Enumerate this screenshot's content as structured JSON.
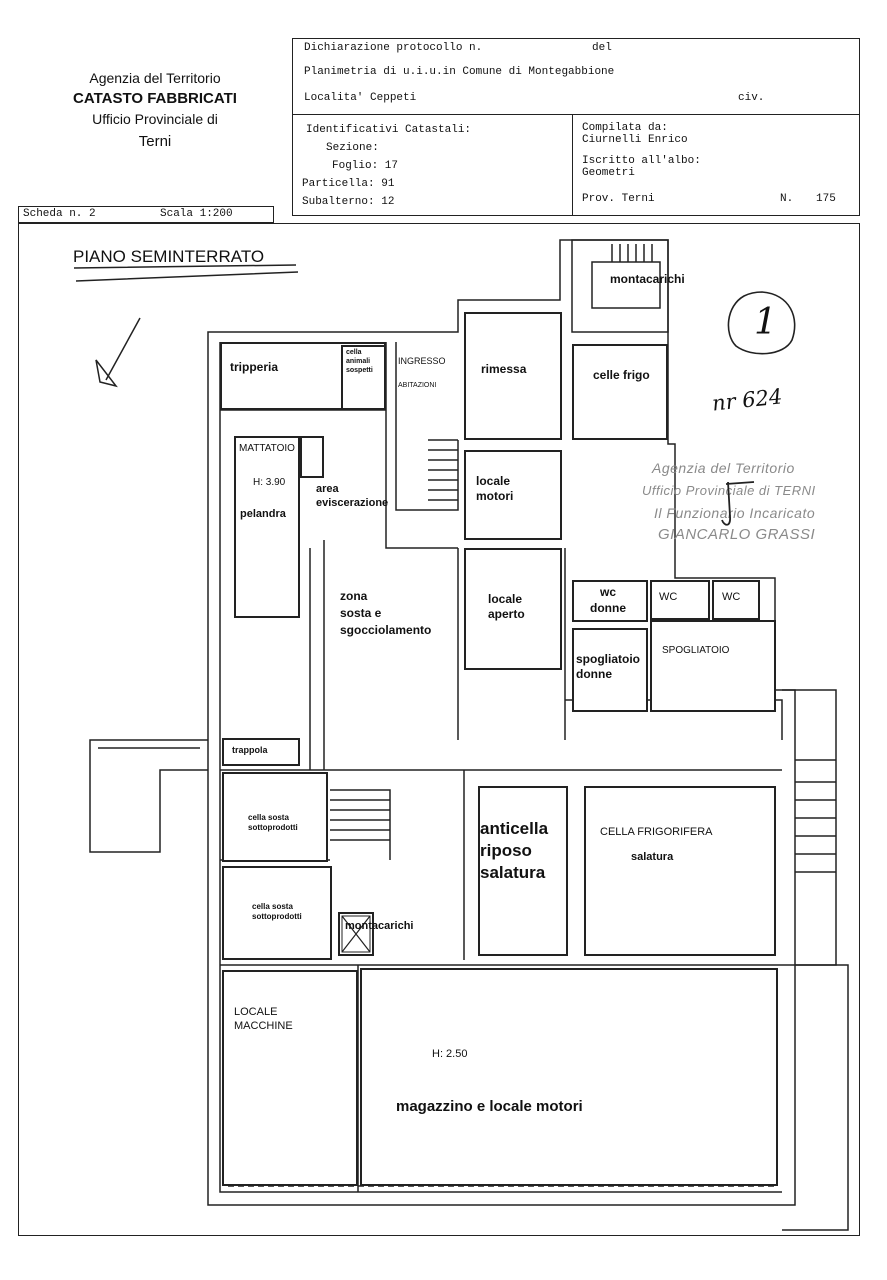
{
  "agency": {
    "line1": "Agenzia del Territorio",
    "line2": "CATASTO FABBRICATI",
    "line3": "Ufficio Provinciale di",
    "line4": "Terni"
  },
  "header": {
    "dichiarazione_label": "Dichiarazione protocollo n.",
    "del_label": "del",
    "planimetria": "Planimetria di u.i.u.in Comune di Montegabbione",
    "localita": "Localita' Ceppeti",
    "civ_label": "civ.",
    "identificativi_label": "Identificativi Catastali:",
    "sezione_label": "Sezione:",
    "foglio": "Foglio: 17",
    "particella": "Particella: 91",
    "subalterno": "Subalterno: 12",
    "compilata_label": "Compilata da:",
    "compilata_value": "Ciurnelli Enrico",
    "iscritto_label": "Iscritto all'albo:",
    "iscritto_value": "Geometri",
    "prov": "Prov. Terni",
    "n_label": "N.",
    "n_value": "175"
  },
  "scheda": {
    "scheda_label": "Scheda n. 2",
    "scala_label": "Scala 1:200"
  },
  "plan": {
    "title": "PIANO SEMINTERRATO",
    "rooms": {
      "montacarichi_top": "montacarichi",
      "tripperia": "tripperia",
      "cella_animali_1": "cella",
      "cella_animali_2": "animali",
      "cella_animali_3": "sospetti",
      "ingresso_1": "INGRESSO",
      "ingresso_2": "ABITAZIONI",
      "rimessa": "rimessa",
      "celle_frigo": "celle frigo",
      "mattatoio": "MATTATOIO",
      "h390": "H: 3.90",
      "pelandra": "pelandra",
      "area_1": "area",
      "area_2": "eviscerazione",
      "locale_motori_1": "locale",
      "locale_motori_2": "motori",
      "zona_1": "zona",
      "zona_2": "sosta e",
      "zona_3": "sgocciolamento",
      "locale_aperto_1": "locale",
      "locale_aperto_2": "aperto",
      "wc_donne_1": "wc",
      "wc_donne_2": "donne",
      "wc_a": "WC",
      "wc_b": "WC",
      "spogliatoio_donne_1": "spogliatoio",
      "spogliatoio_donne_2": "donne",
      "spogliatoio": "SPOGLIATOIO",
      "trappola": "trappola",
      "cella_sosta_a_1": "cella sosta",
      "cella_sosta_a_2": "sottoprodotti",
      "anticella_1": "anticella",
      "anticella_2": "riposo",
      "anticella_3": "salatura",
      "cella_frigorifera": "CELLA FRIGORIFERA",
      "salatura": "salatura",
      "cella_sosta_b_1": "cella sosta",
      "cella_sosta_b_2": "sottoprodotti",
      "montacarichi_mid": "montacarichi",
      "locale_macchine_1": "LOCALE",
      "locale_macchine_2": "MACCHINE",
      "h250": "H: 2.50",
      "magazzino": "magazzino e locale motori"
    }
  },
  "annotations": {
    "handwritten_number": "1",
    "handwritten_note": "nr 624",
    "stamp_1": "Agenzia del Territorio",
    "stamp_2": "Ufficio Provinciale di TERNI",
    "stamp_3": "Il Funzionario Incaricato",
    "stamp_4": "GIANCARLO GRASSI"
  },
  "colors": {
    "ink": "#222222",
    "stamp": "#8a8a8a"
  }
}
